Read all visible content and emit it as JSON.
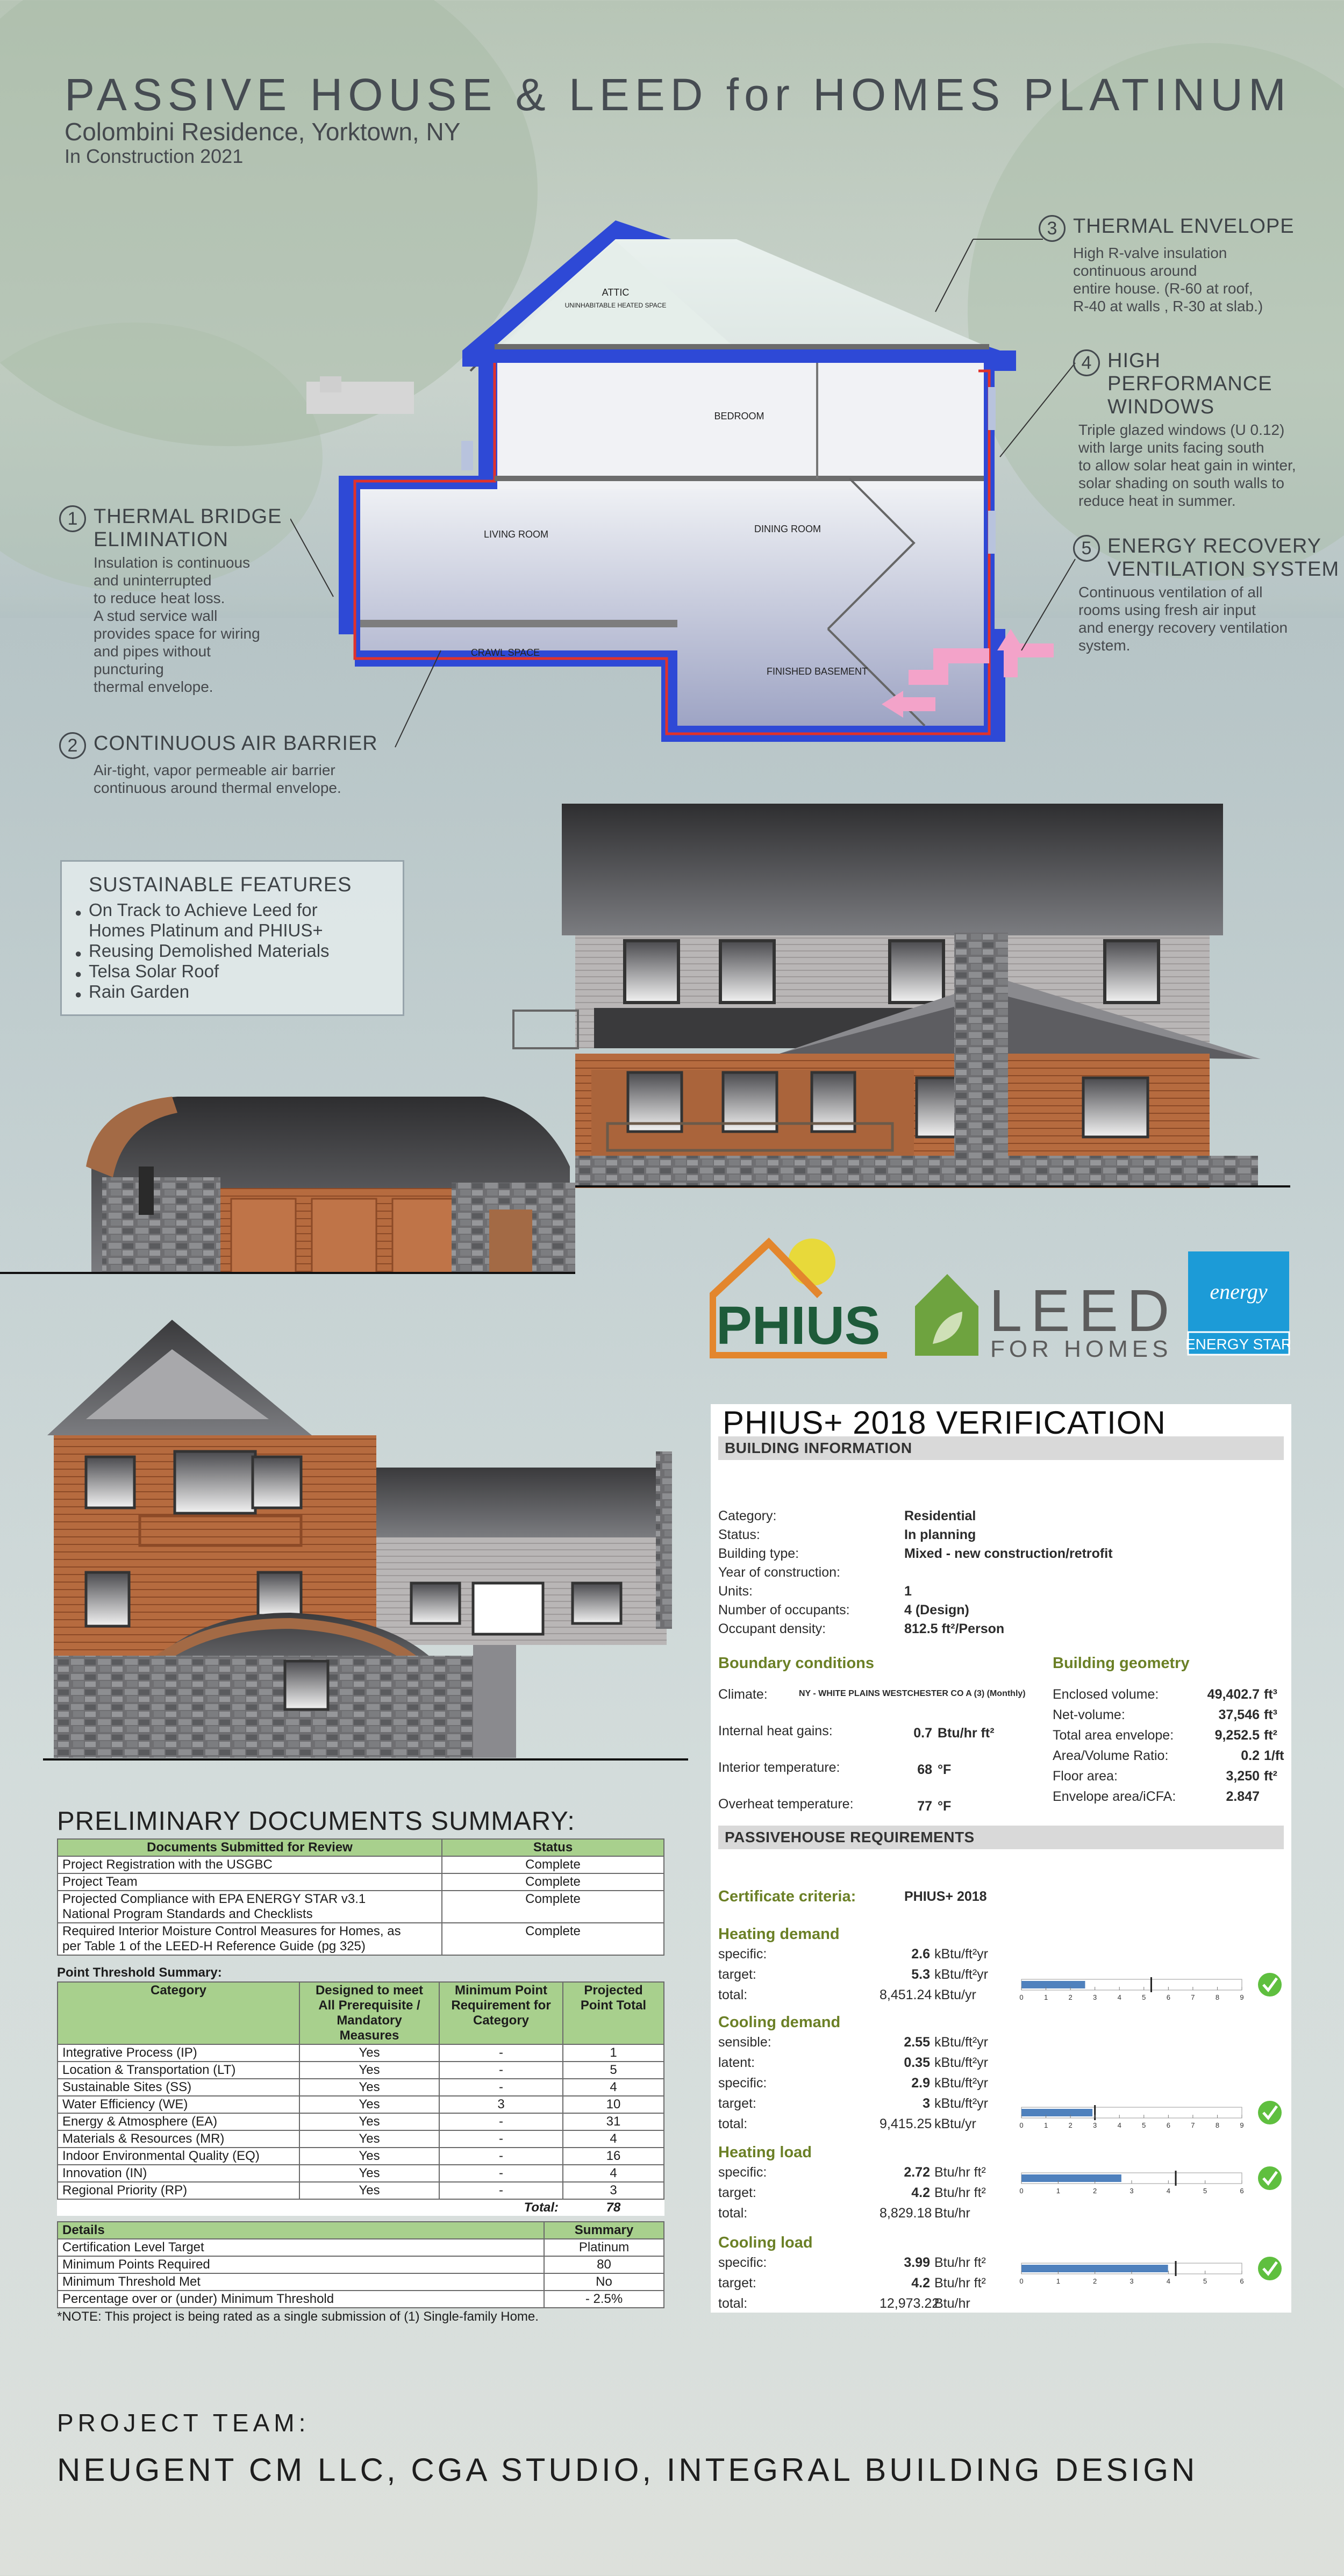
{
  "header": {
    "title": "PASSIVE HOUSE & LEED for HOMES PLATINUM",
    "subtitle": "Colombini Residence, Yorktown, NY",
    "status": "In Construction 2021"
  },
  "section_labels": {
    "attic": "ATTIC",
    "attic_note": "UNINHABITABLE HEATED SPACE",
    "bedroom": "BEDROOM",
    "living": "LIVING ROOM",
    "dining": "DINING ROOM",
    "crawl": "CRAWL SPACE",
    "basement": "FINISHED BASEMENT"
  },
  "callouts": [
    {
      "num": "1",
      "title": "THERMAL BRIDGE\n ELIMINATION",
      "desc": "Insulation is continuous\nand uninterrupted\nto reduce heat loss.\nA stud service wall\nprovides space for wiring\nand pipes without\npuncturing\nthermal envelope."
    },
    {
      "num": "2",
      "title": "CONTINUOUS AIR BARRIER",
      "desc": "Air-tight, vapor permeable air barrier\ncontinuous around thermal envelope."
    },
    {
      "num": "3",
      "title": "THERMAL ENVELOPE",
      "desc": "High R-valve insulation\ncontinuous around\nentire house. (R-60 at roof,\nR-40 at walls , R-30 at slab.)"
    },
    {
      "num": "4",
      "title": "HIGH\nPERFORMANCE\nWINDOWS",
      "desc": "Triple glazed windows (U 0.12)\nwith large units facing south\nto allow solar heat gain in winter,\nsolar shading on south walls to\nreduce heat in summer."
    },
    {
      "num": "5",
      "title": "ENERGY RECOVERY\nVENTILATION SYSTEM",
      "desc": "Continuous ventilation of all\nrooms using fresh air input\nand energy recovery ventilation\nsystem."
    }
  ],
  "sustainable": {
    "title": "SUSTAINABLE FEATURES",
    "items": [
      "On Track to Achieve Leed for\nHomes Platinum and PHIUS+",
      "Reusing Demolished Materials",
      "Telsa Solar Roof",
      "Rain Garden"
    ]
  },
  "logos": {
    "phius": "PHIUS",
    "leed": "LEED",
    "leed_sub": "FOR HOMES",
    "energy_star_script": "energy",
    "energy_star": "ENERGY STAR"
  },
  "phius": {
    "title": "PHIUS+ 2018  VERIFICATION",
    "building_info_label": "BUILDING INFORMATION",
    "info": [
      {
        "k": "Category:",
        "v": "Residential"
      },
      {
        "k": "Status:",
        "v": "In planning"
      },
      {
        "k": "Building type:",
        "v": "Mixed - new construction/retrofit"
      },
      {
        "k": "Year of construction:",
        "v": ""
      },
      {
        "k": "Units:",
        "v": "1"
      },
      {
        "k": "Number of occupants:",
        "v": "4 (Design)"
      },
      {
        "k": "Occupant density:",
        "v": "812.5   ft²/Person"
      }
    ],
    "boundary": {
      "title": "Boundary conditions",
      "rows": [
        {
          "k": "Climate:",
          "v": "NY - WHITE PLAINS WESTCHESTER CO A  (3) (Monthly)"
        },
        {
          "k": "Internal heat gains:",
          "v": "0.7",
          "u": "Btu/hr ft²"
        },
        {
          "k": "Interior temperature:",
          "v": "68",
          "u": "°F"
        },
        {
          "k": "Overheat temperature:",
          "v": "77",
          "u": "°F"
        }
      ]
    },
    "geometry": {
      "title": "Building geometry",
      "rows": [
        {
          "k": "Enclosed volume:",
          "v": "49,402.7",
          "u": "ft³"
        },
        {
          "k": "Net-volume:",
          "v": "37,546",
          "u": "ft³"
        },
        {
          "k": "Total area envelope:",
          "v": "9,252.5",
          "u": "ft²"
        },
        {
          "k": "Area/Volume Ratio:",
          "v": "0.2",
          "u": "1/ft"
        },
        {
          "k": "Floor area:",
          "v": "3,250",
          "u": "ft²"
        },
        {
          "k": "Envelope area/iCFA:",
          "v": "2.847",
          "u": ""
        }
      ]
    },
    "requirements_label": "PASSIVEHOUSE REQUIREMENTS",
    "certificate_label": "Certificate criteria:",
    "certificate_value": "PHIUS+ 2018",
    "blocks": [
      {
        "title": "Heating demand",
        "rows": [
          {
            "k": "specific:",
            "v": "2.6",
            "u": "kBtu/ft²yr"
          },
          {
            "k": "target:",
            "v": "5.3",
            "u": "kBtu/ft²yr"
          },
          {
            "k": "total:",
            "v": "8,451.24",
            "u": "kBtu/yr"
          }
        ],
        "bar": {
          "value": 2.6,
          "target": 5.3,
          "max": 9,
          "ticks": [
            "0",
            "1",
            "2",
            "3",
            "4",
            "5",
            "6",
            "7",
            "8",
            "9"
          ]
        }
      },
      {
        "title": "Cooling demand",
        "rows": [
          {
            "k": "sensible:",
            "v": "2.55",
            "u": "kBtu/ft²yr"
          },
          {
            "k": "latent:",
            "v": "0.35",
            "u": "kBtu/ft²yr"
          },
          {
            "k": "specific:",
            "v": "2.9",
            "u": "kBtu/ft²yr"
          },
          {
            "k": "target:",
            "v": "3",
            "u": "kBtu/ft²yr"
          },
          {
            "k": "total:",
            "v": "9,415.25",
            "u": "kBtu/yr"
          }
        ],
        "bar": {
          "value": 2.9,
          "target": 3,
          "max": 9,
          "ticks": [
            "0",
            "1",
            "2",
            "3",
            "4",
            "5",
            "6",
            "7",
            "8",
            "9"
          ]
        }
      },
      {
        "title": "Heating load",
        "rows": [
          {
            "k": "specific:",
            "v": "2.72",
            "u": "Btu/hr ft²"
          },
          {
            "k": "target:",
            "v": "4.2",
            "u": "Btu/hr ft²"
          },
          {
            "k": "total:",
            "v": "8,829.18",
            "u": "Btu/hr"
          }
        ],
        "bar": {
          "value": 2.72,
          "target": 4.2,
          "max": 6,
          "ticks": [
            "0",
            "1",
            "2",
            "3",
            "4",
            "5",
            "6"
          ]
        }
      },
      {
        "title": "Cooling load",
        "rows": [
          {
            "k": "specific:",
            "v": "3.99",
            "u": "Btu/hr ft²"
          },
          {
            "k": "target:",
            "v": "4.2",
            "u": "Btu/hr ft²"
          },
          {
            "k": "total:",
            "v": "12,973.22",
            "u": "Btu/hr"
          }
        ],
        "bar": {
          "value": 3.99,
          "target": 4.2,
          "max": 6,
          "ticks": [
            "0",
            "1",
            "2",
            "3",
            "4",
            "5",
            "6"
          ]
        }
      }
    ]
  },
  "docs": {
    "title": "PRELIMINARY DOCUMENTS SUMMARY:",
    "headers": [
      "Documents Submitted for Review",
      "Status"
    ],
    "rows": [
      [
        "Project Registration with the USGBC",
        "Complete"
      ],
      [
        "Project Team",
        "Complete"
      ],
      [
        "Projected Compliance with EPA ENERGY STAR v3.1\nNational Program Standards and Checklists",
        "Complete"
      ],
      [
        "Required Interior Moisture Control Measures for Homes, as\nper Table 1 of the LEED-H Reference Guide (pg 325)",
        "Complete"
      ]
    ],
    "point_label": "Point Threshold Summary:",
    "point_headers": [
      "Category",
      "Designed to meet\nAll Prerequisite /\nMandatory\nMeasures",
      "Minimum Point\nRequirement for\nCategory",
      "Projected\nPoint Total"
    ],
    "points": [
      [
        "Integrative Process (IP)",
        "Yes",
        "-",
        "1"
      ],
      [
        "Location & Transportation (LT)",
        "Yes",
        "-",
        "5"
      ],
      [
        "Sustainable Sites (SS)",
        "Yes",
        "-",
        "4"
      ],
      [
        "Water Efficiency (WE)",
        "Yes",
        "3",
        "10"
      ],
      [
        "Energy & Atmosphere (EA)",
        "Yes",
        "-",
        "31"
      ],
      [
        "Materials & Resources (MR)",
        "Yes",
        "-",
        "4"
      ],
      [
        "Indoor Environmental Quality (EQ)",
        "Yes",
        "-",
        "16"
      ],
      [
        "Innovation (IN)",
        "Yes",
        "-",
        "4"
      ],
      [
        "Regional Priority (RP)",
        "Yes",
        "-",
        "3"
      ]
    ],
    "total_label": "Total:",
    "total_value": "78",
    "detail_headers": [
      "Details",
      "Summary"
    ],
    "details": [
      [
        "Certification Level Target",
        "Platinum"
      ],
      [
        "Minimum Points Required",
        "80"
      ],
      [
        "Minimum Threshold Met",
        "No"
      ],
      [
        "Percentage over or (under) Minimum Threshold",
        "- 2.5%"
      ]
    ],
    "note": "*NOTE:  This project is being rated as a single submission of (1) Single-family Home."
  },
  "team": {
    "label": "PROJECT TEAM:",
    "names": "NEUGENT CM LLC, CGA STUDIO, INTEGRAL BUILDING DESIGN"
  }
}
